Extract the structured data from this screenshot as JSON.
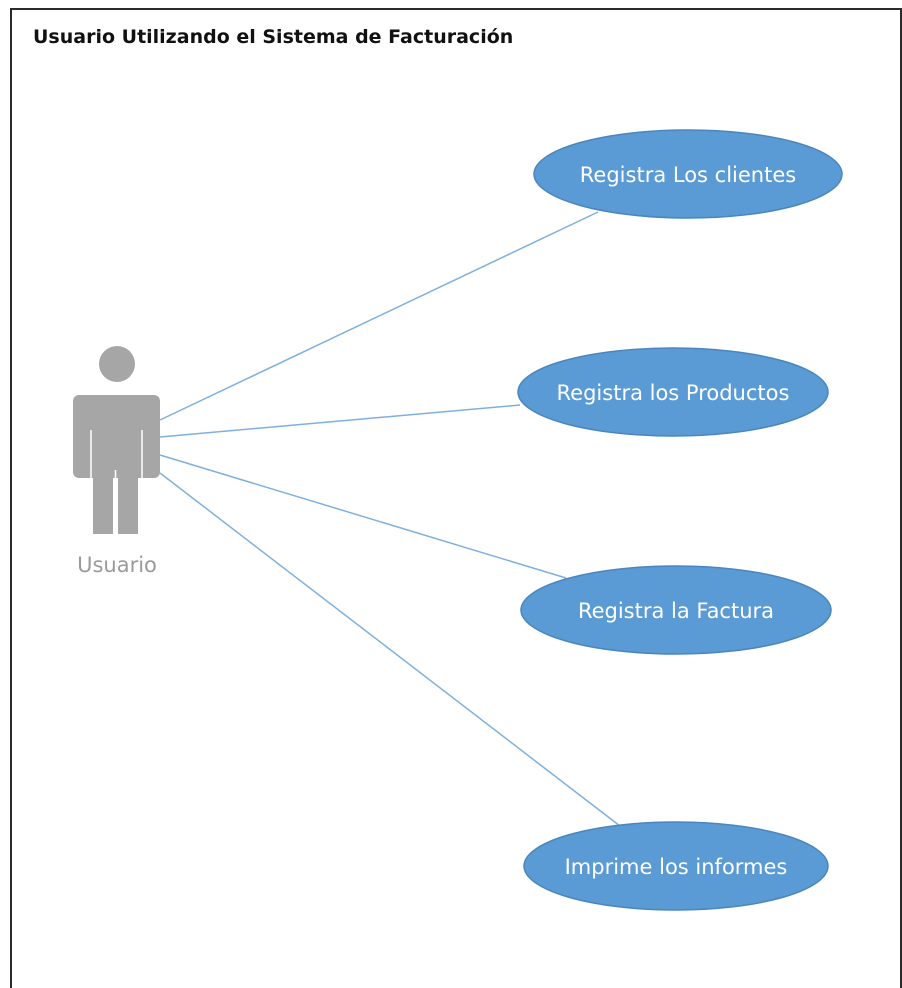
{
  "title": "Usuario Utilizando el Sistema de Facturación",
  "actor": {
    "label": "Usuario",
    "icon": "user-actor-icon",
    "color": "#a6a6a6"
  },
  "use_cases": [
    {
      "label": "Registra Los clientes"
    },
    {
      "label": "Registra los Productos"
    },
    {
      "label": "Registra la Factura"
    },
    {
      "label": "Imprime los informes"
    }
  ],
  "colors": {
    "use_case_fill": "#5b9bd5",
    "use_case_border": "#4a86bd",
    "connector": "#7fb0dd",
    "frame": "#2b2b2b"
  }
}
